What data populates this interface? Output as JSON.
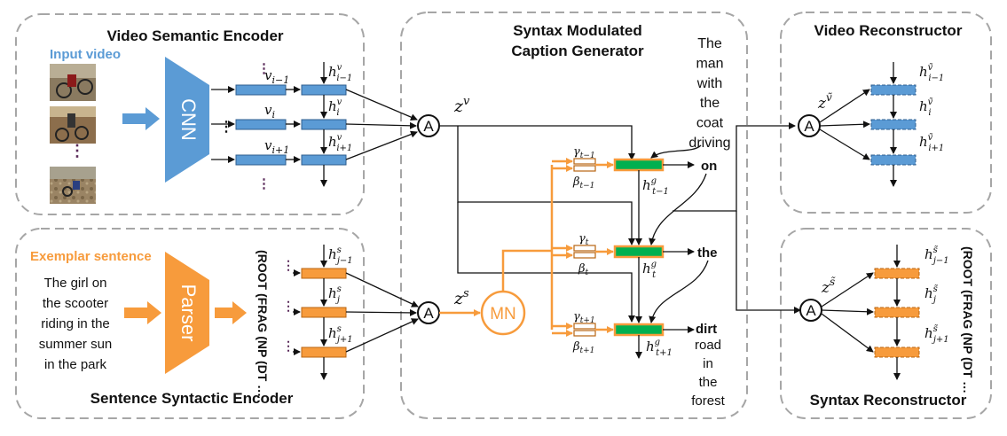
{
  "titles": {
    "video_encoder": "Video Semantic Encoder",
    "syntax_encoder": "Sentence Syntactic Encoder",
    "generator_line1": "Syntax Modulated",
    "generator_line2": "Caption Generator",
    "video_reconstructor": "Video Reconstructor",
    "syntax_reconstructor": "Syntax Reconstructor"
  },
  "labels": {
    "input_video": "Input video",
    "exemplar_sentence": "Exemplar sentence",
    "cnn": "CNN",
    "parser": "Parser",
    "mn": "MN",
    "attention": "A",
    "parse_tree": "(ROOT (FRAG (NP (DT …"
  },
  "exemplar_lines": [
    "The girl on",
    "the scooter",
    "riding in the",
    "summer sun",
    "in the park"
  ],
  "caption_top_lines": [
    "The",
    "man",
    "with",
    "the",
    "coat",
    "driving"
  ],
  "caption_bottom_lines": [
    "road",
    "in",
    "the",
    "forest"
  ],
  "output_words": [
    "on",
    "the",
    "dirt"
  ],
  "colors": {
    "blue": "#5b9bd5",
    "orange": "#f79b3c",
    "green": "#00b050",
    "border": "#a6a6a6",
    "blue_label": "#5b9bd5",
    "orange_label": "#f79b3c"
  }
}
